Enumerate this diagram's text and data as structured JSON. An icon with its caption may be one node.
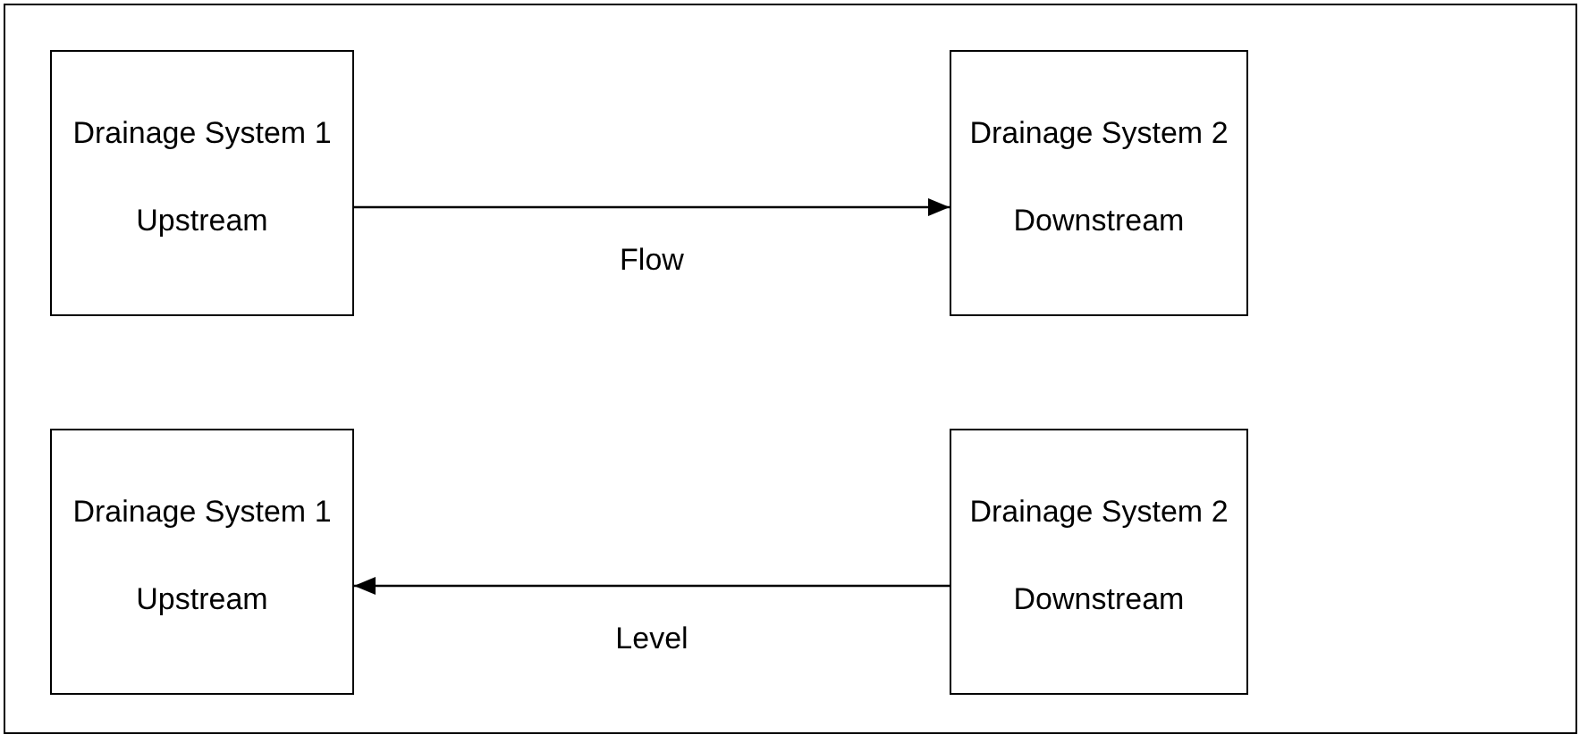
{
  "diagram": {
    "nodes": [
      {
        "text": [
          "Drainage System 1",
          "Upstream"
        ]
      },
      {
        "text": [
          "Drainage System 2",
          "Downstream"
        ]
      },
      {
        "text": [
          "Drainage System 1",
          "Upstream"
        ]
      },
      {
        "text": [
          "Drainage System 2",
          "Downstream"
        ]
      }
    ],
    "edges": [
      {
        "from": 0,
        "to": 1,
        "arrow": "to",
        "label": "Flow"
      },
      {
        "from": 3,
        "to": 2,
        "arrow": "to",
        "label": "Level"
      }
    ]
  }
}
